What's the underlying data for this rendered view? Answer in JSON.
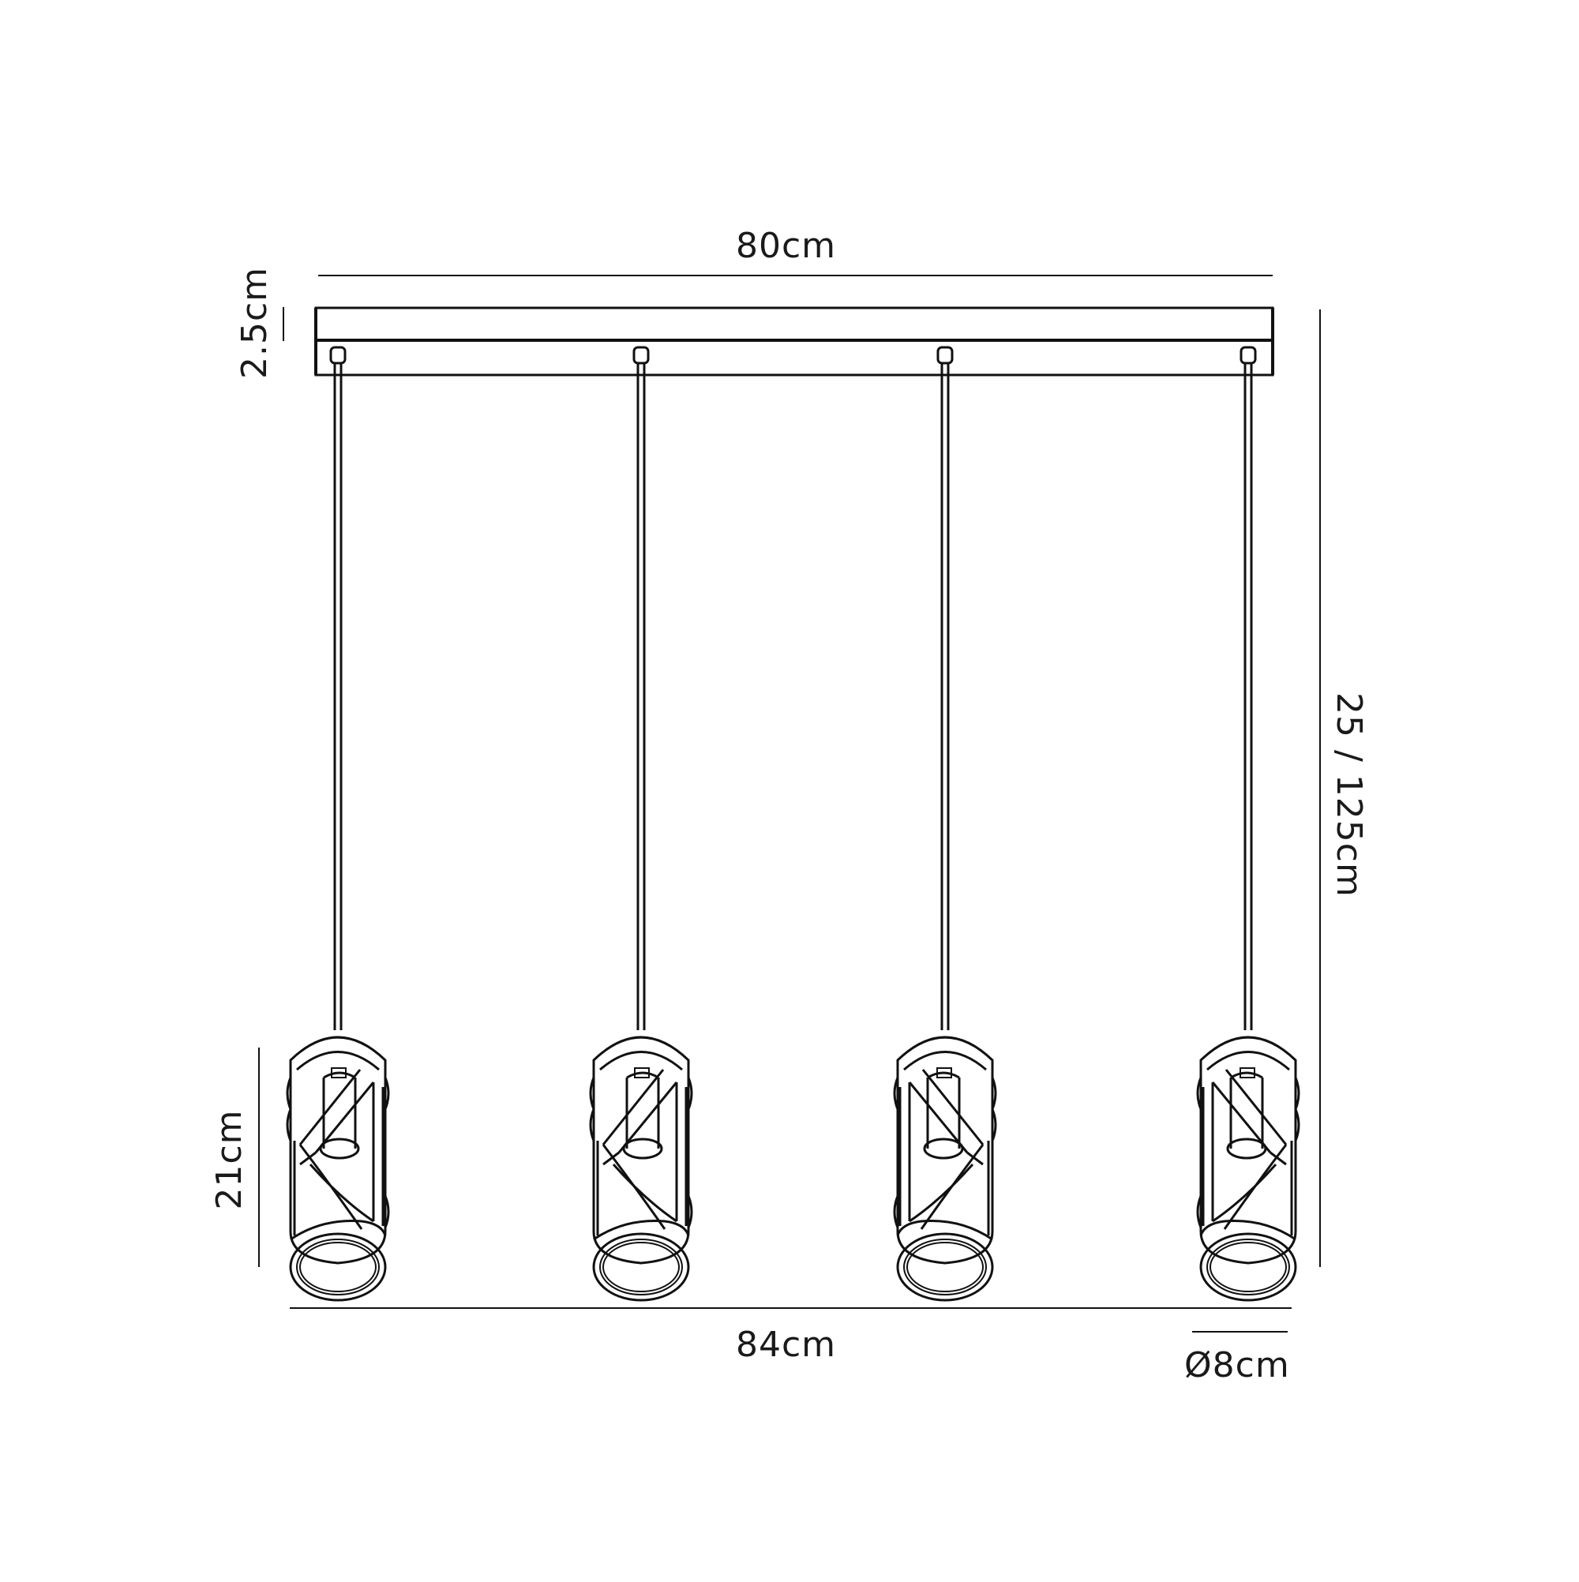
{
  "drawing": {
    "title": "4-light linear pendant dimension drawing",
    "stroke_color": "#111111",
    "background": "#ffffff"
  },
  "dimensions": {
    "canopy_length": "80cm",
    "canopy_height": "2.5cm",
    "drop_height": "25 / 125cm",
    "shade_height": "21cm",
    "overall_width": "84cm",
    "shade_diameter": "Ø8cm"
  },
  "pendants": [
    {
      "index": 1,
      "orientation": "left"
    },
    {
      "index": 2,
      "orientation": "left"
    },
    {
      "index": 3,
      "orientation": "right"
    },
    {
      "index": 4,
      "orientation": "right"
    }
  ]
}
